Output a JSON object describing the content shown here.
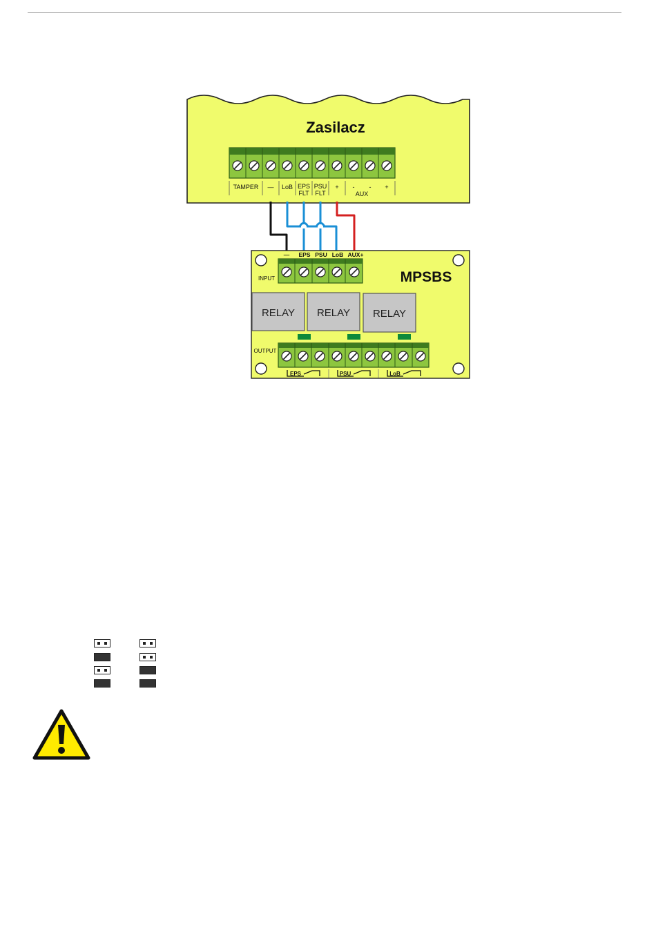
{
  "psu": {
    "title": "Zasilacz"
  },
  "psu_labels": {
    "tamper": "TAMPER",
    "minus": "—",
    "lob": "LoB",
    "eps1": "EPS",
    "eps2": "FLT",
    "psu1": "PSU",
    "psu2": "FLT",
    "plus": "+",
    "aux_minus1": "-",
    "aux_minus2": "-",
    "aux_plus": "+",
    "aux": "AUX"
  },
  "module": {
    "title": "MPSBS",
    "input_label": "INPUT",
    "output_label": "OUTPUT",
    "input_terminals": [
      "—",
      "EPS",
      "PSU",
      "LoB",
      "AUX+"
    ],
    "relays": [
      "RELAY",
      "RELAY",
      "RELAY"
    ],
    "output_groups": [
      "EPS",
      "PSU",
      "LoB"
    ]
  },
  "colors": {
    "board": "#f0fb6c",
    "terminal": "#8dc63f",
    "terminal_dark": "#3e7b1f",
    "relay": "#c6c6c6",
    "led": "#0d8a3a",
    "wire_black": "#111111",
    "wire_blue": "#1a8fd6",
    "wire_red": "#d42020",
    "warning_yellow": "#ffea00"
  },
  "jumpers": [
    [
      "open",
      "open"
    ],
    [
      "closed",
      "open"
    ],
    [
      "open",
      "closed"
    ],
    [
      "closed",
      "closed"
    ]
  ],
  "icons": {
    "warning": "warning-triangle-icon"
  }
}
